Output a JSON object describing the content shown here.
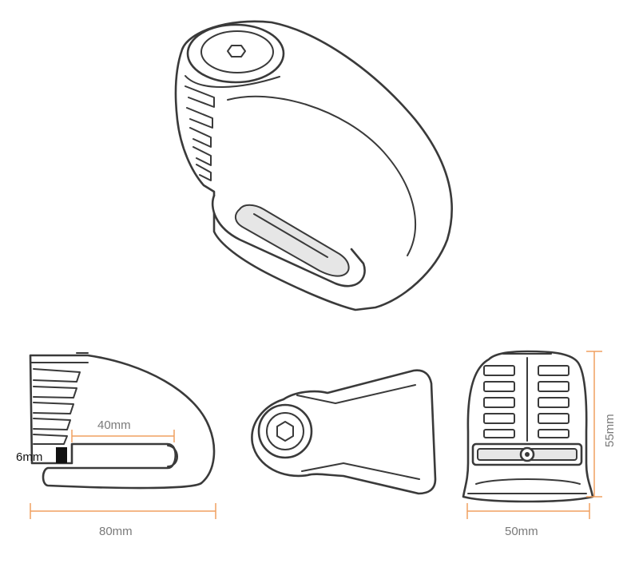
{
  "diagram": {
    "accent_color": "#f0a060",
    "outline_color": "#3a3a3a",
    "dimensions": {
      "slot_length": "40mm",
      "pin_diameter": "6mm",
      "overall_length": "80mm",
      "overall_width": "50mm",
      "overall_height": "55mm"
    },
    "views": [
      "perspective-view",
      "side-view",
      "top-view",
      "front-view"
    ]
  }
}
